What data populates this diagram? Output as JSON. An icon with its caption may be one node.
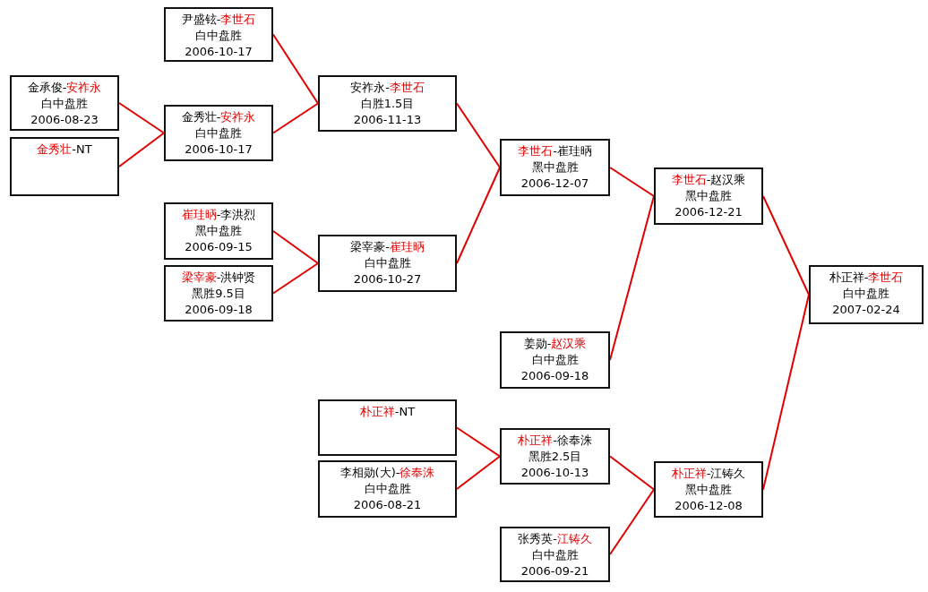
{
  "diagram": {
    "nodes": [
      {
        "text": [
          "尹盛铉-李世石",
          "白中盘胜",
          "2006-10-17"
        ]
      },
      {
        "text": [
          "金承俊-安祚永",
          "白中盘胜",
          "2006-08-23"
        ]
      },
      {
        "text": [
          "金秀壮-安祚永",
          "白中盘胜",
          "2006-10-17"
        ]
      },
      {
        "text": [
          "金秀壮-NT"
        ]
      },
      {
        "text": [
          "安祚永-李世石",
          "白胜1.5目",
          "2006-11-13"
        ]
      },
      {
        "text": [
          "崔珪昞-李洪烈",
          "黑中盘胜",
          "2006-09-15"
        ]
      },
      {
        "text": [
          "梁宰豪-洪钟贤",
          "黑胜9.5目",
          "2006-09-18"
        ]
      },
      {
        "text": [
          "梁宰豪-崔珪昞",
          "白中盘胜",
          "2006-10-27"
        ]
      },
      {
        "text": [
          "李世石-崔珪昞",
          "黑中盘胜",
          "2006-12-07"
        ]
      },
      {
        "text": [
          "李世石-赵汉乘",
          "黑中盘胜",
          "2006-12-21"
        ]
      },
      {
        "text": [
          "姜勋-赵汉乘",
          "白中盘胜",
          "2006-09-18"
        ]
      },
      {
        "text": [
          "朴正祥-李世石",
          "白中盘胜",
          "2007-02-24"
        ]
      },
      {
        "text": [
          "朴正祥-NT"
        ]
      },
      {
        "text": [
          "李相勋(大)-徐奉洙",
          "白中盘胜",
          "2006-08-21"
        ]
      },
      {
        "text": [
          "朴正祥-徐奉洙",
          "黑胜2.5目",
          "2006-10-13"
        ]
      },
      {
        "text": [
          "朴正祥-江铸久",
          "黑中盘胜",
          "2006-12-08"
        ]
      },
      {
        "text": [
          "张秀英-江铸久",
          "白中盘胜",
          "2006-09-21"
        ]
      }
    ],
    "edges": [
      {
        "from": 1,
        "to": 2,
        "arrow": "none"
      },
      {
        "from": 3,
        "to": 2,
        "arrow": "none"
      },
      {
        "from": 0,
        "to": 4,
        "arrow": "none"
      },
      {
        "from": 2,
        "to": 4,
        "arrow": "none"
      },
      {
        "from": 5,
        "to": 7,
        "arrow": "none"
      },
      {
        "from": 6,
        "to": 7,
        "arrow": "none"
      },
      {
        "from": 4,
        "to": 8,
        "arrow": "none"
      },
      {
        "from": 7,
        "to": 8,
        "arrow": "none"
      },
      {
        "from": 8,
        "to": 9,
        "arrow": "none"
      },
      {
        "from": 10,
        "to": 9,
        "arrow": "none"
      },
      {
        "from": 12,
        "to": 14,
        "arrow": "none"
      },
      {
        "from": 13,
        "to": 14,
        "arrow": "none"
      },
      {
        "from": 14,
        "to": 15,
        "arrow": "none"
      },
      {
        "from": 16,
        "to": 15,
        "arrow": "none"
      },
      {
        "from": 9,
        "to": 11,
        "arrow": "none"
      },
      {
        "from": 15,
        "to": 11,
        "arrow": "none"
      }
    ]
  }
}
